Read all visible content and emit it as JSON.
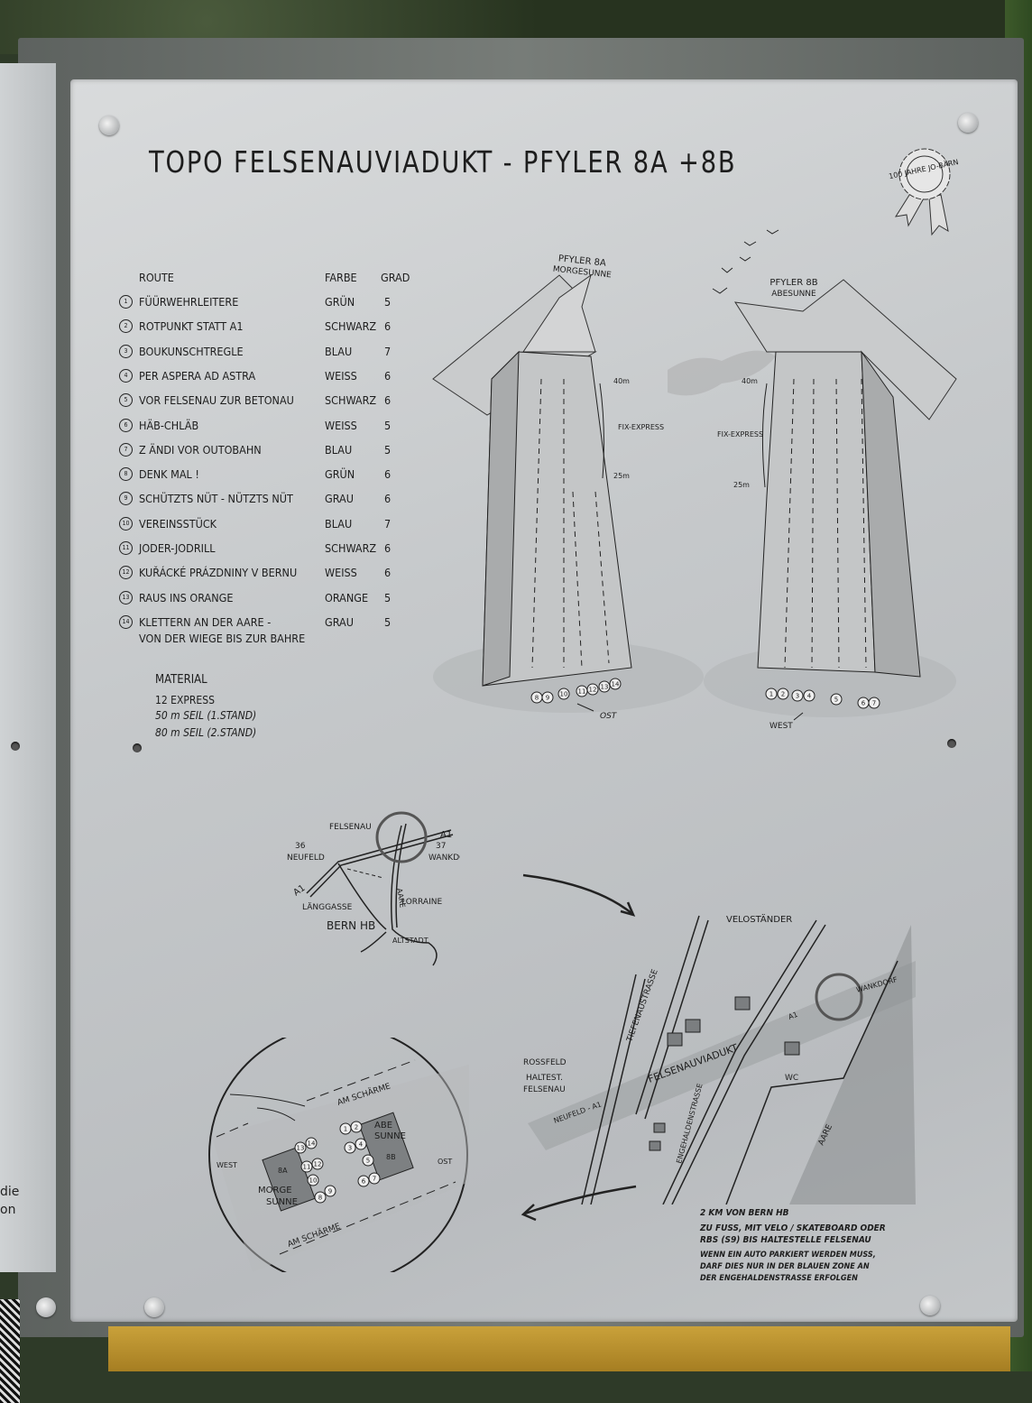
{
  "sign": {
    "title": "TOPO FELSENAUVIADUKT - PFYLER 8A +8B",
    "badge": "100 JAHRE JO-BÄRN",
    "colors": {
      "panel": "#c8cbcc",
      "frame": "#6a6f6c",
      "beam": "#b88f2e",
      "ink": "#1d1d1d"
    }
  },
  "adjacent_panel": {
    "text_lines": [
      "die",
      "on"
    ]
  },
  "routes_table": {
    "headers": {
      "route": "ROUTE",
      "color": "FARBE",
      "grade": "GRAD"
    },
    "rows": [
      {
        "num": "1",
        "name": "FÜÜRWEHRLEITERE",
        "color": "GRÜN",
        "grade": "5"
      },
      {
        "num": "2",
        "name": "ROTPUNKT STATT A1",
        "color": "SCHWARZ",
        "grade": "6"
      },
      {
        "num": "3",
        "name": "BOUKUNSCHTREGLE",
        "color": "BLAU",
        "grade": "7"
      },
      {
        "num": "4",
        "name": "PER ASPERA AD ASTRA",
        "color": "WEISS",
        "grade": "6"
      },
      {
        "num": "5",
        "name": "VOR FELSENAU ZUR BETONAU",
        "color": "SCHWARZ",
        "grade": "6"
      },
      {
        "num": "6",
        "name": "HÄB-CHLÄB",
        "color": "WEISS",
        "grade": "5"
      },
      {
        "num": "7",
        "name": "Z ÄNDI VOR OUTOBAHN",
        "color": "BLAU",
        "grade": "5"
      },
      {
        "num": "8",
        "name": "DENK MAL !",
        "color": "GRÜN",
        "grade": "6"
      },
      {
        "num": "9",
        "name": "SCHÜTZTS NÜT - NÜTZTS NÜT",
        "color": "GRAU",
        "grade": "6"
      },
      {
        "num": "10",
        "name": "VEREINSSTÜCK",
        "color": "BLAU",
        "grade": "7"
      },
      {
        "num": "11",
        "name": "JODER-JODRILL",
        "color": "SCHWARZ",
        "grade": "6"
      },
      {
        "num": "12",
        "name": "KUŘÁCKÉ PRÁZDNINY V BERNU",
        "color": "WEISS",
        "grade": "6"
      },
      {
        "num": "13",
        "name": "RAUS INS ORANGE",
        "color": "ORANGE",
        "grade": "5"
      },
      {
        "num": "14",
        "name": "KLETTERN AN DER AARE -",
        "name_line2": "VON DER WIEGE BIS ZUR BAHRE",
        "color": "GRAU",
        "grade": "5"
      }
    ]
  },
  "material": {
    "heading": "MATERIAL",
    "items": [
      "12 EXPRESS",
      "50 m SEIL (1.STAND)",
      "80 m SEIL (2.STAND)"
    ]
  },
  "pillars": {
    "a": {
      "name": "PFYLER 8A",
      "sub": "MORGESUNNE",
      "h40": "40m",
      "fix": "FIX-EXPRESS",
      "h25": "25m",
      "dir": "OST",
      "base_nums": [
        "8",
        "9",
        "10",
        "11",
        "12",
        "13",
        "14"
      ]
    },
    "b": {
      "name": "PFYLER 8B",
      "sub": "ABESUNNE",
      "h40": "40m",
      "fix": "FIX-EXPRESS",
      "h25": "25m",
      "dir": "WEST",
      "base_nums": [
        "1",
        "2",
        "3",
        "4",
        "5",
        "6",
        "7"
      ]
    }
  },
  "overview_map": {
    "felsenau": "FELSENAU",
    "a1_east": "A1",
    "exit37": "37",
    "wankdorf": "WANKDORF",
    "exit36": "36",
    "neufeld": "NEUFELD",
    "a1_west": "A1",
    "aare": "AARE",
    "langgasse": "LÄNGGASSE",
    "lorraine": "LORRAINE",
    "bern_hb": "BERN HB",
    "altstadt": "ALTSTADT"
  },
  "detail_map": {
    "velostander": "VELOSTÄNDER",
    "tiefenaustrasse": "TIEFENAUSTRASSE",
    "wankdorf": "WANKDORF",
    "a1": "A1",
    "rossfeld": "ROSSFELD",
    "haltestelle": "HALTEST.",
    "haltestelle2": "FELSENAU",
    "viaduct": "FELSENAUVIADUKT",
    "neufeld_a1": "NEUFELD - A1",
    "wc": "WC",
    "engehaldenstrasse": "ENGEHALDENSTRASSE",
    "aare": "AARE"
  },
  "zoom_map": {
    "am_scharme_top": "AM SCHÄRME",
    "am_scharme_bottom": "AM SCHÄRME",
    "west": "WEST",
    "ost": "OST",
    "pillar_a": "8A",
    "pillar_a_label1": "MORGE",
    "pillar_a_label2": "SUNNE",
    "pillar_b": "8B",
    "pillar_b_label1": "ABE",
    "pillar_b_label2": "SUNNE",
    "nums_b": [
      "1",
      "2",
      "3",
      "4",
      "5",
      "6",
      "7"
    ],
    "nums_a": [
      "13",
      "14",
      "11",
      "12",
      "10",
      "8",
      "9"
    ]
  },
  "access_info": {
    "distance": "2 KM VON BERN HB",
    "line1": "ZU FUSS, MIT VELO / SKATEBOARD ODER",
    "line2": "RBS (S9) BIS HALTESTELLE FELSENAU",
    "line3": "WENN EIN AUTO PARKIERT WERDEN MUSS,",
    "line4": "DARF DIES NUR IN DER BLAUEN ZONE AN",
    "line5": "DER ENGEHALDENSTRASSE ERFOLGEN"
  }
}
